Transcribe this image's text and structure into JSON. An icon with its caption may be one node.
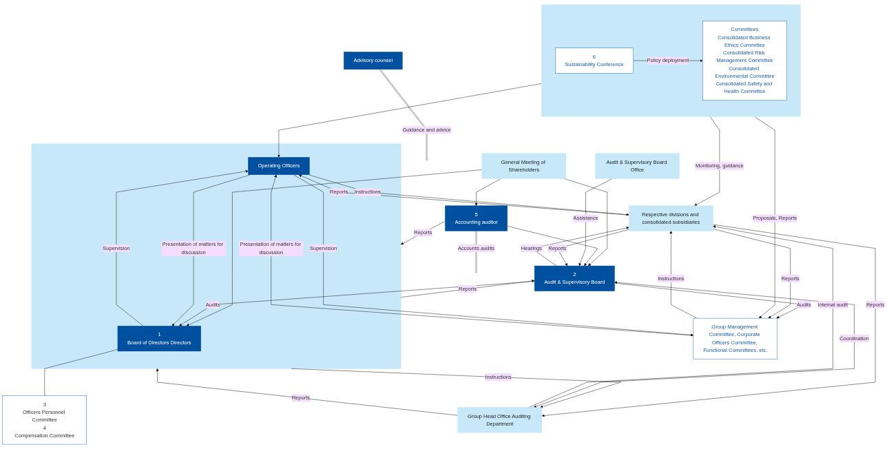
{
  "diagram": {
    "nodes": [
      {
        "text": [
          "General Meeting of Shareholders"
        ]
      },
      {
        "text": [
          "2",
          "Audit & Supervisory Board"
        ]
      },
      {
        "text": [],
        "shape": "box"
      },
      {
        "text": [
          "1",
          "Board of Directors Directors"
        ],
        "in": 2
      },
      {
        "text": [
          "Operating Officers"
        ],
        "in": 2
      },
      {
        "text": [
          "3",
          "Officers Personnel Committee",
          "4",
          "Compensation Committee"
        ]
      },
      {
        "text": [
          "5",
          "Accounting auditor"
        ]
      },
      {
        "text": [
          "Audit & Supervisory Board Office"
        ]
      },
      {
        "text": [
          "Group Head Office Auditing Department"
        ]
      },
      {
        "text": [],
        "shape": "box"
      },
      {
        "text": [
          "6",
          "Sustainability Conference"
        ],
        "in": 9
      },
      {
        "text": [
          "Committees",
          "Consolidated Business Ethics Committee",
          "Consolidated Risk Management Committee",
          "Consolidated Environmental Committee",
          "Consolidated Safety and Health Committee"
        ],
        "in": 9
      },
      {
        "text": [
          "Group Management Committee, Corporate Officers Committee, Functional Committees, etc."
        ]
      },
      {
        "text": [
          "Advisory counsel"
        ]
      },
      {
        "text": [
          "Respective divisions and consolidated subsidiaries"
        ]
      }
    ],
    "edges": [
      {
        "from": 0,
        "to": 1,
        "arrow": "to"
      },
      {
        "from": 0,
        "to": 3,
        "arrow": "to"
      },
      {
        "from": 0,
        "to": 6,
        "arrow": "to"
      },
      {
        "from": 6,
        "to": 1,
        "arrow": "to"
      },
      {
        "from": 6,
        "to": 2,
        "label": "Reports",
        "arrow": "to"
      },
      {
        "from": 1,
        "to": 3,
        "label": "Audits",
        "arrow": "to"
      },
      {
        "from": 2,
        "to": 1,
        "label": "Reports",
        "arrow": "to"
      },
      {
        "from": 7,
        "to": 1,
        "label": "Assistance",
        "arrow": "to"
      },
      {
        "from": 8,
        "to": 1,
        "label": "Coordination",
        "arrow": "both"
      },
      {
        "from": 8,
        "to": 2,
        "label": "Reports",
        "arrow": "to"
      },
      {
        "from": 2,
        "to": 8,
        "label": "Instructions",
        "arrow": "to"
      },
      {
        "from": 14,
        "to": 1,
        "label": "Reports",
        "arrow": "to"
      },
      {
        "from": 1,
        "to": 14,
        "label": "Hearings",
        "arrow": "to"
      },
      {
        "from": 1,
        "to": 12,
        "label": "Audits",
        "arrow": "to"
      },
      {
        "from": 14,
        "to": 8,
        "label": "Reports",
        "arrow": "to"
      },
      {
        "from": 8,
        "to": 14,
        "label": "Internal audit",
        "arrow": "to"
      },
      {
        "from": 14,
        "to": 4,
        "label": "Reports",
        "arrow": "to"
      },
      {
        "from": 4,
        "to": 14,
        "label": "Instructions",
        "arrow": "to"
      },
      {
        "from": 4,
        "to": 3,
        "label": "Presentation of matters for discussion",
        "arrow": "to"
      },
      {
        "from": 3,
        "to": 4,
        "label": "Supervision",
        "arrow": "to"
      },
      {
        "from": 12,
        "to": 4,
        "label": "Presentation of matters for discussion",
        "arrow": "to"
      },
      {
        "from": 4,
        "to": 12,
        "label": "Supervision",
        "arrow": "to"
      },
      {
        "from": 14,
        "to": 12,
        "label": "Reports",
        "arrow": "to"
      },
      {
        "from": 12,
        "to": 14,
        "label": "Instructions",
        "arrow": "to"
      },
      {
        "from": 3,
        "to": 5,
        "arrow": "none"
      },
      {
        "from": 9,
        "to": 4,
        "arrow": "to"
      },
      {
        "from": 9,
        "to": 12,
        "label": "Proposals, Reports",
        "arrow": "to"
      },
      {
        "from": 10,
        "to": 11,
        "label": "Policy deployment",
        "arrow": "to"
      },
      {
        "from": 9,
        "to": 14,
        "label": "Monitoring, guidance",
        "arrow": "to"
      },
      {
        "from": 6,
        "to": null,
        "label": "Accounts audits",
        "arrow": "to",
        "style": "thick",
        "color": "#c8c8c8"
      },
      {
        "from": 13,
        "to": null,
        "label": "Guidance and advice",
        "arrow": "to",
        "style": "thick",
        "color": "#c8c8c8"
      }
    ]
  }
}
